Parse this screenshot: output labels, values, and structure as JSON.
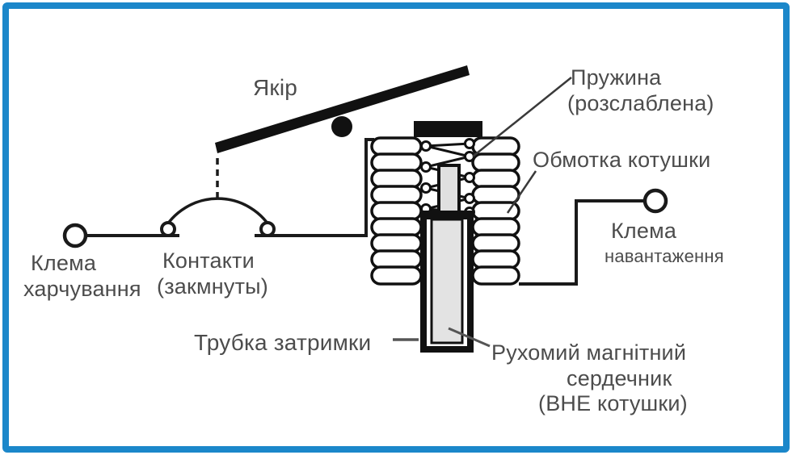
{
  "diagram": {
    "type": "relay-schematic",
    "labels": {
      "armature": "Якір",
      "spring_1": "Пружина",
      "spring_2": "(розслаблена)",
      "coil": "Обмотка котушки",
      "load_1": "Клема",
      "load_2": "навантаження",
      "power_1": "Клема",
      "power_2": "харчування",
      "contacts_1": "Контакти",
      "contacts_2": "(закмнуты)",
      "tube": "Трубка затримки",
      "core_1": "Рухомий магнітний",
      "core_2": "сердечник",
      "core_3": "(ВНЕ котушки)"
    },
    "colors": {
      "frame_border": "#1b87ca",
      "line": "#1a1a1a",
      "text": "#4c4c4c",
      "core_fill": "#e3e3e3",
      "rod_fill": "#e0e0e0"
    }
  }
}
